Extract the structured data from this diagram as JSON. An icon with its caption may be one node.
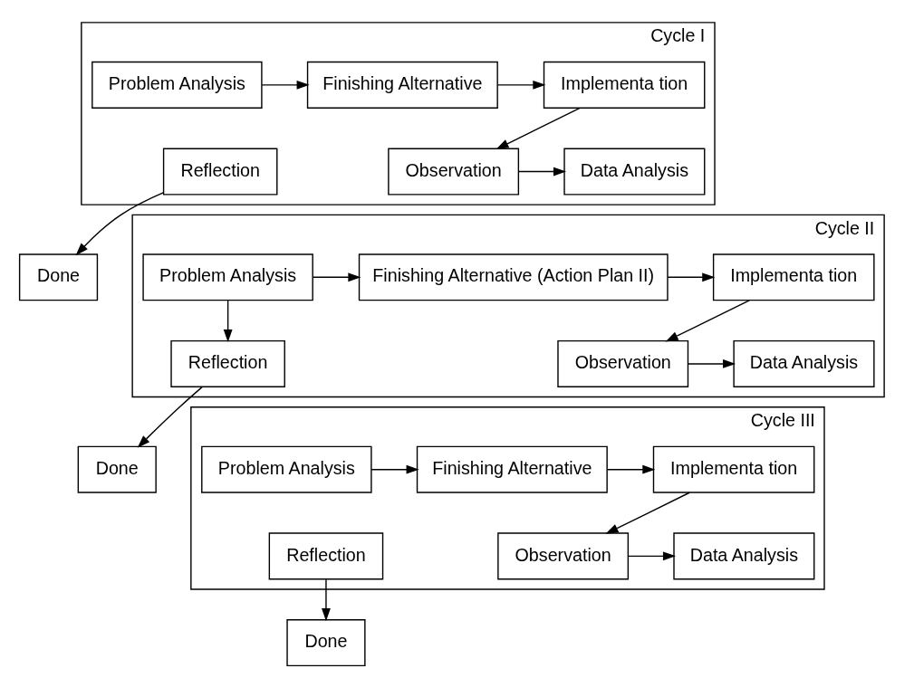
{
  "diagram": {
    "nodes": [
      {
        "text": [
          "Cycle I"
        ]
      },
      {
        "text": [
          "Problem Analysis"
        ],
        "in": 0
      },
      {
        "text": [
          "Finishing Alternative"
        ],
        "in": 0
      },
      {
        "text": [
          "Implementa tion"
        ],
        "in": 0
      },
      {
        "text": [
          "Observation"
        ],
        "in": 0
      },
      {
        "text": [
          "Data Analysis"
        ],
        "in": 0
      },
      {
        "text": [
          "Reflection"
        ],
        "in": 0
      },
      {
        "text": [
          "Done"
        ]
      },
      {
        "text": [
          "Cycle II"
        ]
      },
      {
        "text": [
          "Problem Analysis"
        ],
        "in": 8
      },
      {
        "text": [
          "Finishing Alternative (Action Plan II)"
        ],
        "in": 8
      },
      {
        "text": [
          "Implementa tion"
        ],
        "in": 8
      },
      {
        "text": [
          "Observation"
        ],
        "in": 8
      },
      {
        "text": [
          "Data Analysis"
        ],
        "in": 8
      },
      {
        "text": [
          "Reflection"
        ],
        "in": 8
      },
      {
        "text": [
          "Done"
        ]
      },
      {
        "text": [
          "Cycle III"
        ]
      },
      {
        "text": [
          "Problem Analysis"
        ],
        "in": 16
      },
      {
        "text": [
          "Finishing Alternative"
        ],
        "in": 16
      },
      {
        "text": [
          "Implementa tion"
        ],
        "in": 16
      },
      {
        "text": [
          "Observation"
        ],
        "in": 16
      },
      {
        "text": [
          "Data Analysis"
        ],
        "in": 16
      },
      {
        "text": [
          "Reflection"
        ],
        "in": 16
      },
      {
        "text": [
          "Done"
        ]
      }
    ],
    "edges": [
      {
        "from": 1,
        "to": 2,
        "arrow": "to"
      },
      {
        "from": 2,
        "to": 3,
        "arrow": "to"
      },
      {
        "from": 3,
        "to": 4,
        "arrow": "to"
      },
      {
        "from": 4,
        "to": 5,
        "arrow": "to"
      },
      {
        "from": 6,
        "to": 7,
        "arrow": "to"
      },
      {
        "from": 9,
        "to": 10,
        "arrow": "to"
      },
      {
        "from": 10,
        "to": 11,
        "arrow": "to"
      },
      {
        "from": 11,
        "to": 12,
        "arrow": "to"
      },
      {
        "from": 12,
        "to": 13,
        "arrow": "to"
      },
      {
        "from": 9,
        "to": 14,
        "arrow": "to"
      },
      {
        "from": 14,
        "to": 15,
        "arrow": "to"
      },
      {
        "from": 17,
        "to": 18,
        "arrow": "to"
      },
      {
        "from": 18,
        "to": 19,
        "arrow": "to"
      },
      {
        "from": 19,
        "to": 20,
        "arrow": "to"
      },
      {
        "from": 20,
        "to": 21,
        "arrow": "to"
      },
      {
        "from": 22,
        "to": 23,
        "arrow": "to"
      }
    ]
  }
}
